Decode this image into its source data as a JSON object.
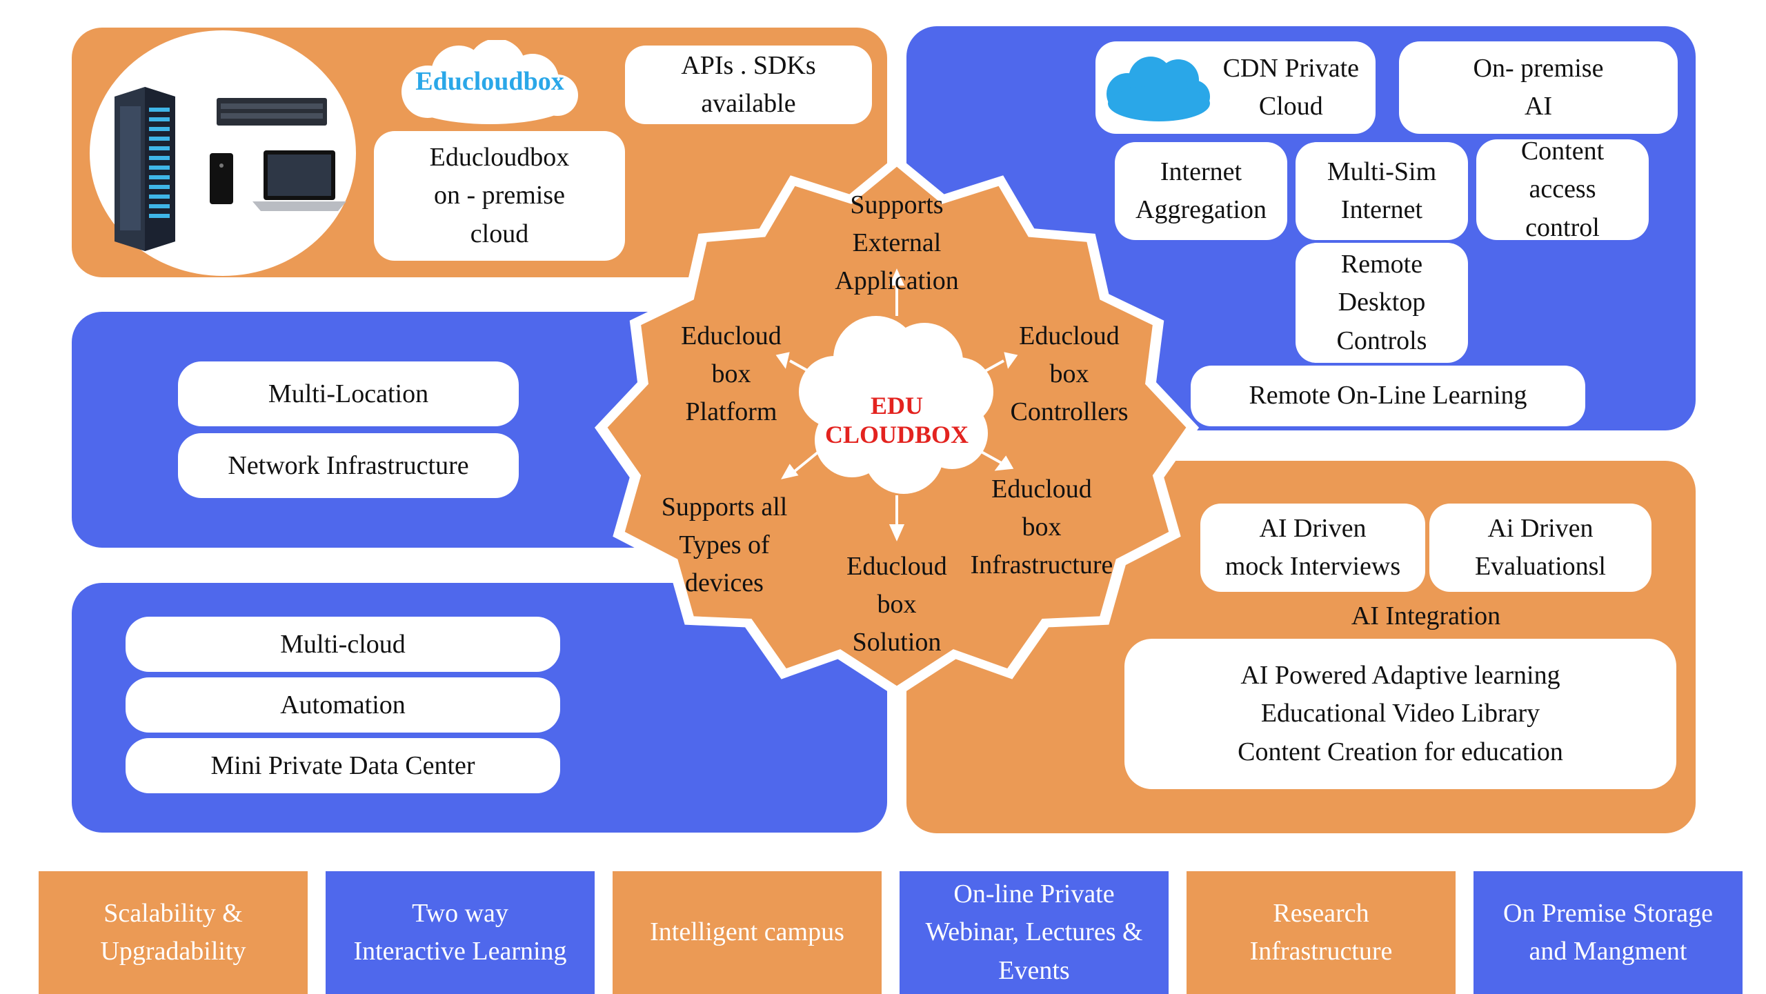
{
  "center": {
    "title_line1": "EDU",
    "title_line2": "CLOUDBOX"
  },
  "top_left": {
    "brand": "Educloudbox",
    "apis": "APIs . SDKs\navailable",
    "on_premise": "Educloudbox\non -  premise\ncloud"
  },
  "top_right": {
    "cdn": "CDN Private\nCloud",
    "on_premise_ai": "On- premise\nAI",
    "internet_aggregation": "Internet\nAggregation",
    "multi_sim": "Multi-Sim\nInternet",
    "content_access": "Content\naccess\ncontrol",
    "remote_desktop": "Remote\nDesktop\nControls",
    "remote_learning": "Remote On-Line Learning"
  },
  "mid_left": {
    "items": [
      "Multi-Location",
      "Network Infrastructure"
    ]
  },
  "bottom_left": {
    "items": [
      "Multi-cloud",
      "Automation",
      "Mini Private  Data Center"
    ]
  },
  "bottom_right": {
    "ai_interviews": "AI Driven\nmock Interviews",
    "ai_evaluations": "Ai Driven\nEvaluationsl",
    "ai_integration": "AI Integration",
    "ai_features": "AI Powered Adaptive learning\nEducational Video Library\nContent Creation for education"
  },
  "petals": {
    "external": "Supports\nExternal\nApplication",
    "platform": "Educloud\nbox\nPlatform",
    "controllers": "Educloud\nbox\nControllers",
    "devices": "Supports all\nTypes of\ndevices",
    "infrastructure": "Educloud\nbox\nInfrastructure",
    "solution": "Educloud\nbox\nSolution"
  },
  "bottom_tiles": [
    {
      "label": "Scalability &\nUpgradability",
      "color": "#eb9a55"
    },
    {
      "label": "Two way\nInteractive Learning",
      "color": "#4f68ec"
    },
    {
      "label": "Intelligent campus",
      "color": "#eb9a55"
    },
    {
      "label": "On-line Private\nWebinar, Lectures &\nEvents",
      "color": "#4f68ec"
    },
    {
      "label": "Research\nInfrastructure",
      "color": "#eb9a55"
    },
    {
      "label": "On Premise Storage\nand Mangment",
      "color": "#4f68ec"
    }
  ],
  "colors": {
    "orange": "#eb9a55",
    "blue": "#4f68ec",
    "red": "#e3231f",
    "cyan": "#2aa7e8"
  },
  "icons": [
    "server-tower-icon",
    "rack-server-icon",
    "mini-pc-icon",
    "laptop-icon",
    "cloud-icon"
  ]
}
